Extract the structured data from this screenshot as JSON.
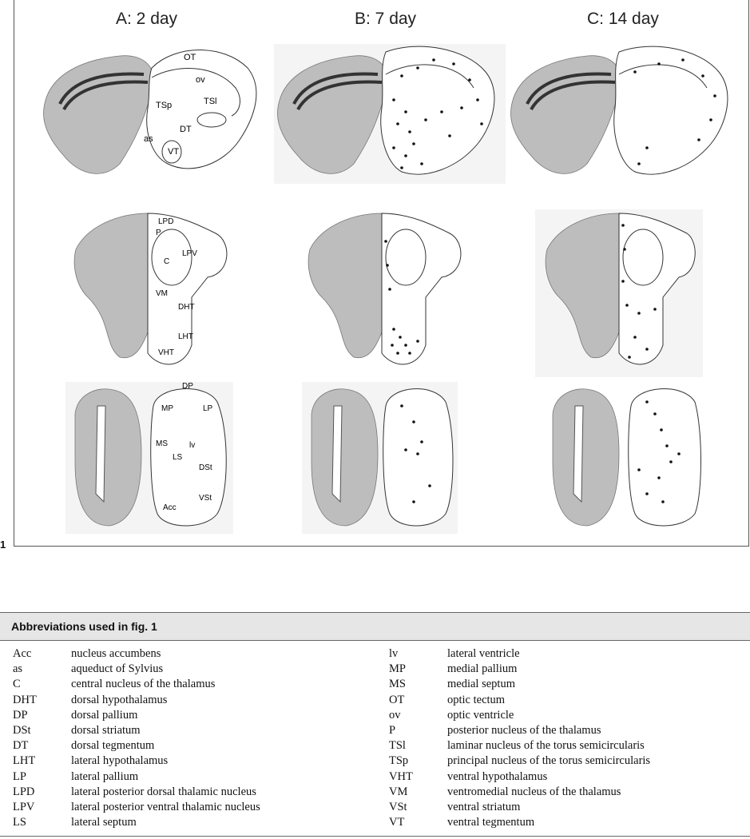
{
  "figure": {
    "number_label": "1",
    "columns": [
      "A: 2 day",
      "B: 7 day",
      "C: 14 day"
    ],
    "labels_top": [
      "OT",
      "ov",
      "TSp",
      "TSl",
      "DT",
      "as",
      "VT"
    ],
    "labels_mid": [
      "LPD",
      "P",
      "LPV",
      "C",
      "VM",
      "DHT",
      "LHT",
      "VHT"
    ],
    "labels_bot": [
      "DP",
      "MP",
      "LP",
      "MS",
      "lv",
      "LS",
      "DSt",
      "VSt",
      "Acc"
    ]
  },
  "abbreviations": {
    "title": "Abbreviations used in fig. 1",
    "left": [
      {
        "code": "Acc",
        "def": "nucleus accumbens"
      },
      {
        "code": "as",
        "def": "aqueduct of Sylvius"
      },
      {
        "code": "C",
        "def": "central nucleus of the thalamus"
      },
      {
        "code": "DHT",
        "def": "dorsal hypothalamus"
      },
      {
        "code": "DP",
        "def": "dorsal pallium"
      },
      {
        "code": "DSt",
        "def": "dorsal striatum"
      },
      {
        "code": "DT",
        "def": "dorsal tegmentum"
      },
      {
        "code": "LHT",
        "def": "lateral hypothalamus"
      },
      {
        "code": "LP",
        "def": "lateral pallium"
      },
      {
        "code": "LPD",
        "def": "lateral posterior dorsal thalamic nucleus"
      },
      {
        "code": "LPV",
        "def": "lateral posterior ventral thalamic nucleus"
      },
      {
        "code": "LS",
        "def": "lateral septum"
      }
    ],
    "right": [
      {
        "code": "lv",
        "def": "lateral ventricle"
      },
      {
        "code": "MP",
        "def": "medial pallium"
      },
      {
        "code": "MS",
        "def": "medial septum"
      },
      {
        "code": "OT",
        "def": "optic tectum"
      },
      {
        "code": "ov",
        "def": "optic ventricle"
      },
      {
        "code": "P",
        "def": "posterior nucleus of the thalamus"
      },
      {
        "code": "TSl",
        "def": "laminar nucleus of the torus semicircularis"
      },
      {
        "code": "TSp",
        "def": "principal nucleus of the torus semicircularis"
      },
      {
        "code": "VHT",
        "def": "ventral hypothalamus"
      },
      {
        "code": "VM",
        "def": "ventromedial nucleus of the thalamus"
      },
      {
        "code": "VSt",
        "def": "ventral striatum"
      },
      {
        "code": "VT",
        "def": "ventral tegmentum"
      }
    ]
  }
}
